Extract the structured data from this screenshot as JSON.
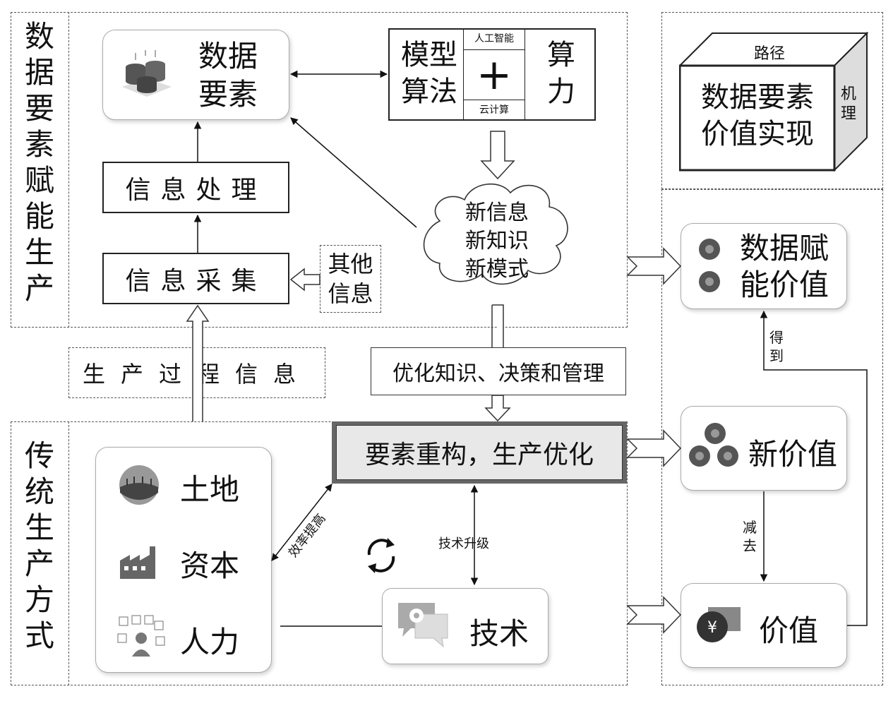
{
  "sections": {
    "digital_label": "数据要素赋能生产",
    "traditional_label": "传统生产方式"
  },
  "data_elements": {
    "line1": "数据",
    "line2": "要素"
  },
  "model": {
    "left_line1": "模型",
    "left_line2": "算法",
    "ai": "人工智能",
    "plus": "+",
    "cloud": "云计算",
    "right_line1": "算",
    "right_line2": "力"
  },
  "cloud_text": {
    "line1": "新信息",
    "line2": "新知识",
    "line3": "新模式"
  },
  "info_processing": "信息处理",
  "info_collection": "信息采集",
  "other_info": {
    "line1": "其他",
    "line2": "信息"
  },
  "production_info": "生产过程信息",
  "optimize": "优化知识、决策和管理",
  "restructure": "要素重构，生产优化",
  "cube": {
    "top": "路径",
    "front_line1": "数据要素",
    "front_line2": "价值实现",
    "side": "机理"
  },
  "traditional": {
    "land": "土地",
    "capital": "资本",
    "labor": "人力"
  },
  "efficiency": "效率提高",
  "tech_upgrade": "技术升级",
  "technology": "技术",
  "values": {
    "empower_line1": "数据赋",
    "empower_line2": "能价值",
    "new_value": "新价值",
    "value": "价值",
    "obtain": "得到",
    "subtract": "减去"
  }
}
